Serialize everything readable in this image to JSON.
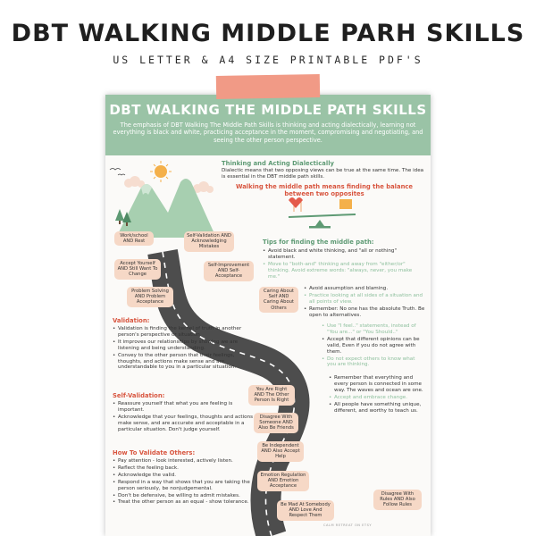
{
  "header": {
    "title": "DBT WALKING MIDDLE PARH SKILLS",
    "subtitle": "US LETTER & A4 SIZE PRINTABLE PDF'S"
  },
  "sheet": {
    "title": "DBT WALKING THE MIDDLE PATH SKILLS",
    "intro": "The emphasis of DBT Walking The Middle Path Skills is thinking and acting dialectically, learning not everything is black and white, practicing acceptance in the moment, compromising and negotiating, and seeing the other person perspective.",
    "thinking": {
      "heading": "Thinking and Acting Dialectically",
      "body": "Dialectic means that two opposing views can be true at the same time. The idea is essential in the DBT middle path skills.",
      "balance": "Walking the middle path means finding the balance between two opposites"
    },
    "tips": {
      "heading": "Tips for finding the middle path:",
      "items": [
        "Avoid black and white thinking, and \"all or nothing\" statement.",
        "Move to \"both-and\" thinking and away from \"either/or\" thinking. Avoid extreme words: \"always, never, you make me.\"",
        "Avoid assumption and blaming.",
        "Practice looking at all sides of a situation and all points of view.",
        "Remember: No one has the absolute Truth. Be open to alternatives.",
        "Use \"I feel..\" statements, instead of \"You are...\" or \"You Should..\"",
        "Accept that different opinions can be valid, Even if you do not agree with them.",
        "Do not expect others to know what you are thinking.",
        "Remember that everything and every person is connected in some way. The waves and ocean are one.",
        "Accept and embrace change.",
        "All people have something unique, different, and worthy to teach us."
      ]
    },
    "validation": {
      "heading": "Validation:",
      "items": [
        "Validation is finding the kernel of truth in another person's perspective or situation.",
        "It improves our relationships by showing we are listening and being understanding.",
        "Convey to the other person that their feelings, thoughts, and actions make sense and are understandable to you in a particular situation."
      ]
    },
    "self_validation": {
      "heading": "Self-Validation:",
      "items": [
        "Reassure yourself that what you are feeling is important.",
        "Acknowledge that your feelings, thoughts and actions make sense, and are accurate and acceptable in a particular situation. Don't judge yourself."
      ]
    },
    "how_to": {
      "heading": "How To Validate Others:",
      "items": [
        "Pay attention - look interested, actively listen.",
        "Reflect the feeling back.",
        "Acknowledge the valid.",
        "Respond in a way that shows that you are taking the person seriously, be nonjudgemental.",
        "Don't be defensive, be willing to admit mistakes.",
        "Treat the other person as an equal - show tolerance."
      ]
    },
    "bubbles": {
      "work": "Work/school AND Rest",
      "self_validation": "Self-Validation AND Acknowledging Mistakes",
      "accept": "Accept Yourself AND Still Want To Change",
      "self_improvement": "Self-Improvement AND Self-Acceptance",
      "problem": "Problem Solving AND Problem Acceptance",
      "caring": "Caring About Self AND Caring About Others",
      "right": "You Are Right AND The Other Person Is Right",
      "disagree": "Disagree With Someone AND Also Be Friends",
      "independent": "Be Independent AND Also Accept Help",
      "emotion": "Emotion Regulation AND Emotion Acceptance",
      "rules": "Disagree With Rules AND Also Follow Rules",
      "mad": "Be Mad At Somebody AND Love And Respect Them"
    },
    "footer": "CALM RETREAT ON ETSY"
  },
  "colors": {
    "band": "#9ac3a6",
    "tape": "#f19a86",
    "bubble": "#f6d8c6",
    "heading_red": "#d8553f",
    "heading_green": "#5e9a74",
    "road": "#4d4d4d"
  }
}
